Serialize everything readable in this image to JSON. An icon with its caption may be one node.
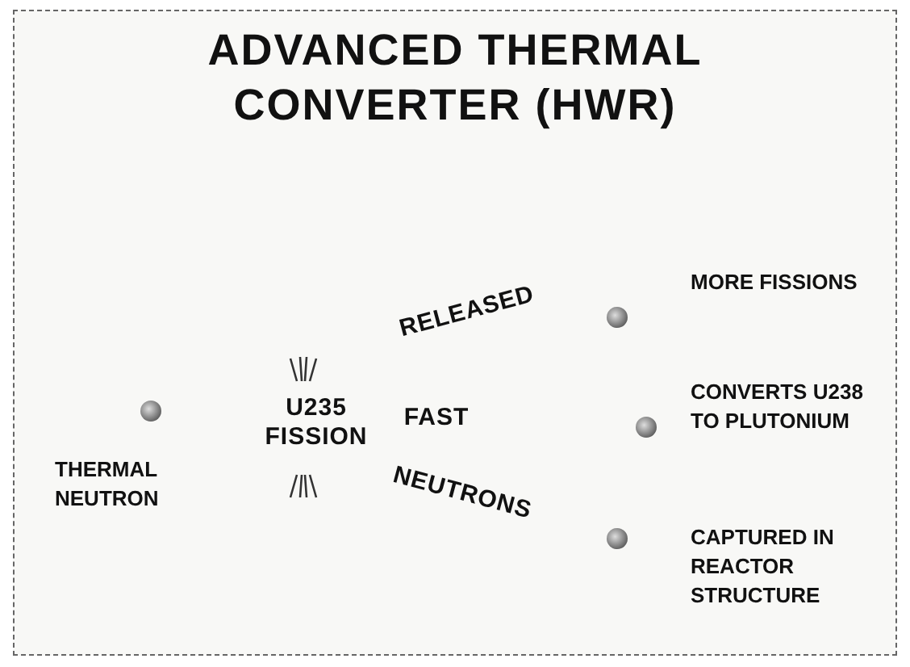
{
  "diagram": {
    "title": "ADVANCED THERMAL CONVERTER (HWR)",
    "nodes": [
      {
        "text": [],
        "shape": "circle",
        "beside": [
          "THERMAL NEUTRON"
        ]
      },
      {
        "text": [],
        "shape": "circle",
        "beside": [
          "MORE FISSIONS"
        ]
      },
      {
        "text": [],
        "shape": "circle",
        "beside": [
          "CONVERTS U238 TO PLUTONIUM"
        ]
      },
      {
        "text": [],
        "shape": "circle",
        "beside": [
          "CAPTURED IN REACTOR STRUCTURE"
        ]
      }
    ],
    "labels": [
      "U235 FISSION",
      "RELEASED",
      "FAST",
      "NEUTRONS"
    ]
  }
}
